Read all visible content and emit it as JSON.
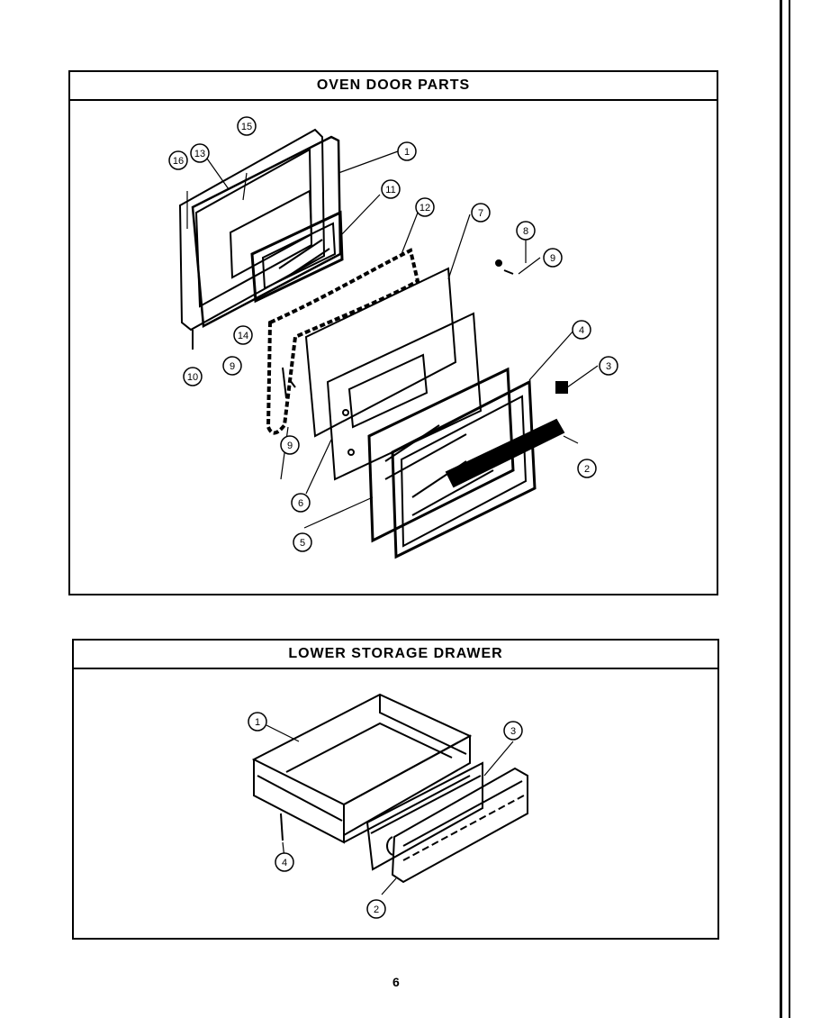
{
  "oven_door": {
    "title": "OVEN DOOR PARTS",
    "callouts": [
      "1",
      "2",
      "3",
      "4",
      "5",
      "6",
      "7",
      "8",
      "9",
      "9",
      "9",
      "10",
      "11",
      "12",
      "13",
      "14",
      "15",
      "16"
    ]
  },
  "drawer": {
    "title": "LOWER STORAGE DRAWER",
    "callouts": [
      "1",
      "2",
      "3",
      "4"
    ]
  },
  "page_number": "6"
}
